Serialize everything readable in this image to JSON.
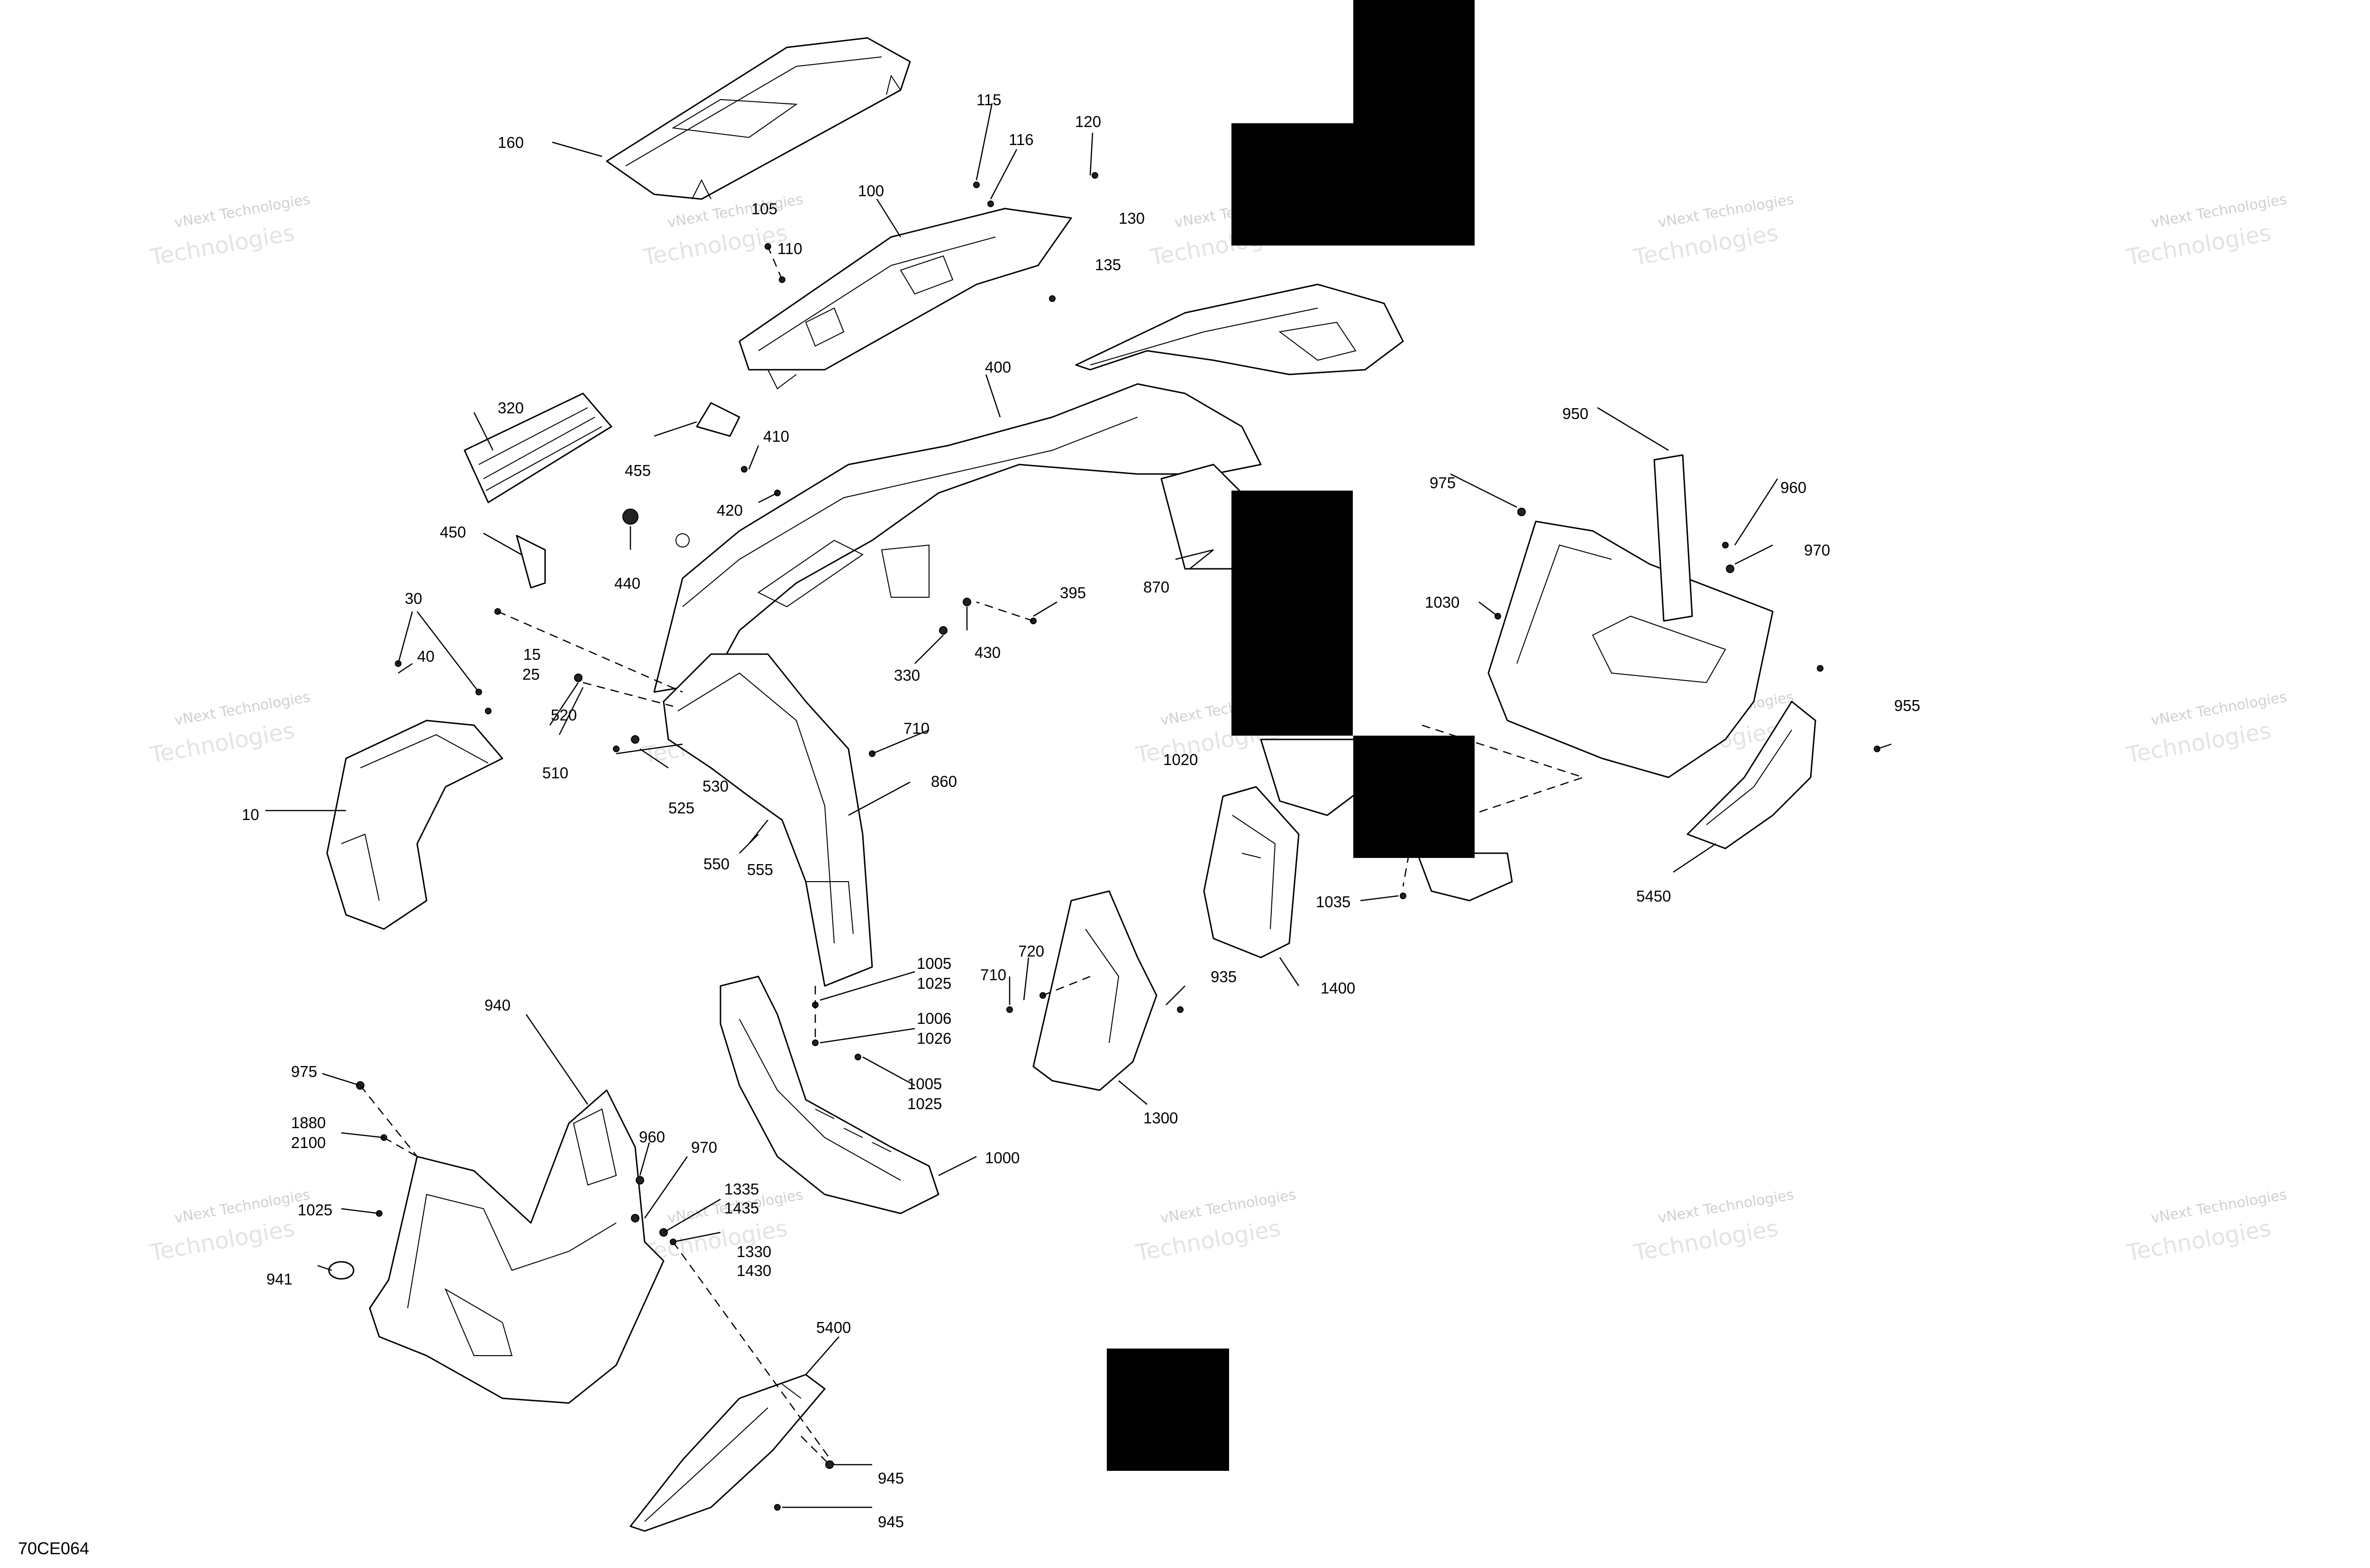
{
  "figure_code": "70CE064",
  "watermark": {
    "line1": "vNext Technologies",
    "line2": "Technologies"
  },
  "callouts": {
    "c10": "10",
    "c15": "15",
    "c25": "25",
    "c30": "30",
    "c40": "40",
    "c100": "100",
    "c105": "105",
    "c110": "110",
    "c115": "115",
    "c116": "116",
    "c120": "120",
    "c130": "130",
    "c135": "135",
    "c160": "160",
    "c320": "320",
    "c330": "330",
    "c395": "395",
    "c400": "400",
    "c410": "410",
    "c420": "420",
    "c430": "430",
    "c440": "440",
    "c450": "450",
    "c455": "455",
    "c510": "510",
    "c520": "520",
    "c525": "525",
    "c530": "530",
    "c550": "550",
    "c555": "555",
    "c710a": "710",
    "c710b": "710",
    "c720": "720",
    "c860": "860",
    "c870": "870",
    "c935": "935",
    "c940": "940",
    "c941": "941",
    "c945a": "945",
    "c945b": "945",
    "c950": "950",
    "c955": "955",
    "c960a": "960",
    "c960b": "960",
    "c970a": "970",
    "c970b": "970",
    "c975a": "975",
    "c975b": "975",
    "c1000": "1000",
    "c1005a": "1005",
    "c1025a": "1025",
    "c1006": "1006",
    "c1026": "1026",
    "c1005b": "1005",
    "c1025b": "1025",
    "c1020": "1020",
    "c1025c": "1025",
    "c1030": "1030",
    "c1035": "1035",
    "c1300": "1300",
    "c1330": "1330",
    "c1335": "1335",
    "c1400": "1400",
    "c1430": "1430",
    "c1435": "1435",
    "c1880": "1880",
    "c2100": "2100",
    "c5400": "5400",
    "c5450": "5450"
  }
}
